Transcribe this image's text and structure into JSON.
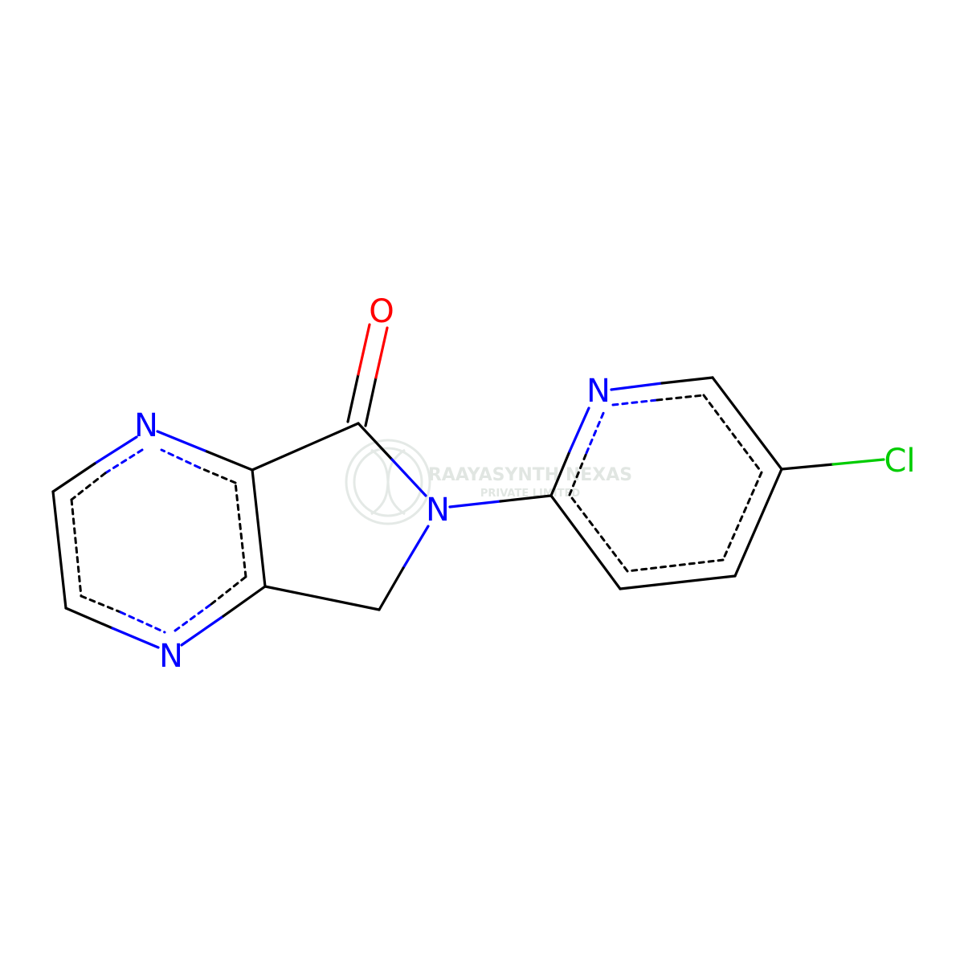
{
  "molecule": {
    "atoms": [
      {
        "id": "n_pyz_top",
        "symbol": "N",
        "color": "#0000FF"
      },
      {
        "id": "n_pyz_bottom",
        "symbol": "N",
        "color": "#0000FF"
      },
      {
        "id": "o_carbonyl",
        "symbol": "O",
        "color": "#FF0000"
      },
      {
        "id": "n_lactam",
        "symbol": "N",
        "color": "#0000FF"
      },
      {
        "id": "n_pyridine",
        "symbol": "N",
        "color": "#0000FF"
      },
      {
        "id": "cl",
        "symbol": "Cl",
        "color": "#00CC00"
      }
    ],
    "bond_color": "#000000"
  },
  "watermark": {
    "line1": "RAAYASYNTH NEXAS",
    "line2": "PRIVATE LIMITED",
    "color": "#c9d3cc"
  }
}
